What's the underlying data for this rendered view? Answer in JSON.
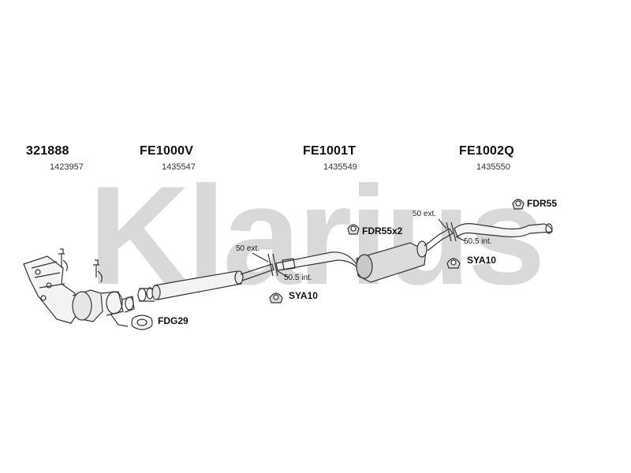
{
  "colors": {
    "watermark": "#d9d9d9",
    "line": "#333333",
    "fill_light": "#f3f3f3",
    "fill_mid": "#dcdcdc"
  },
  "watermark_text": "Klarius",
  "parts": [
    {
      "code": "321888",
      "number": "1423957"
    },
    {
      "code": "FE1000V",
      "number": "1435547"
    },
    {
      "code": "FE1001T",
      "number": "1435549"
    },
    {
      "code": "FE1002Q",
      "number": "1435550"
    }
  ],
  "fittings": {
    "fdg29": "FDG29",
    "sya10_left": "SYA10",
    "fdr55x2": "FDR55x2",
    "sya10_right": "SYA10",
    "fdr55": "FDR55"
  },
  "joints": {
    "left_ext": "50 ext.",
    "left_int": "50.5 int.",
    "right_ext": "50 ext.",
    "right_int": "50.5 int."
  }
}
